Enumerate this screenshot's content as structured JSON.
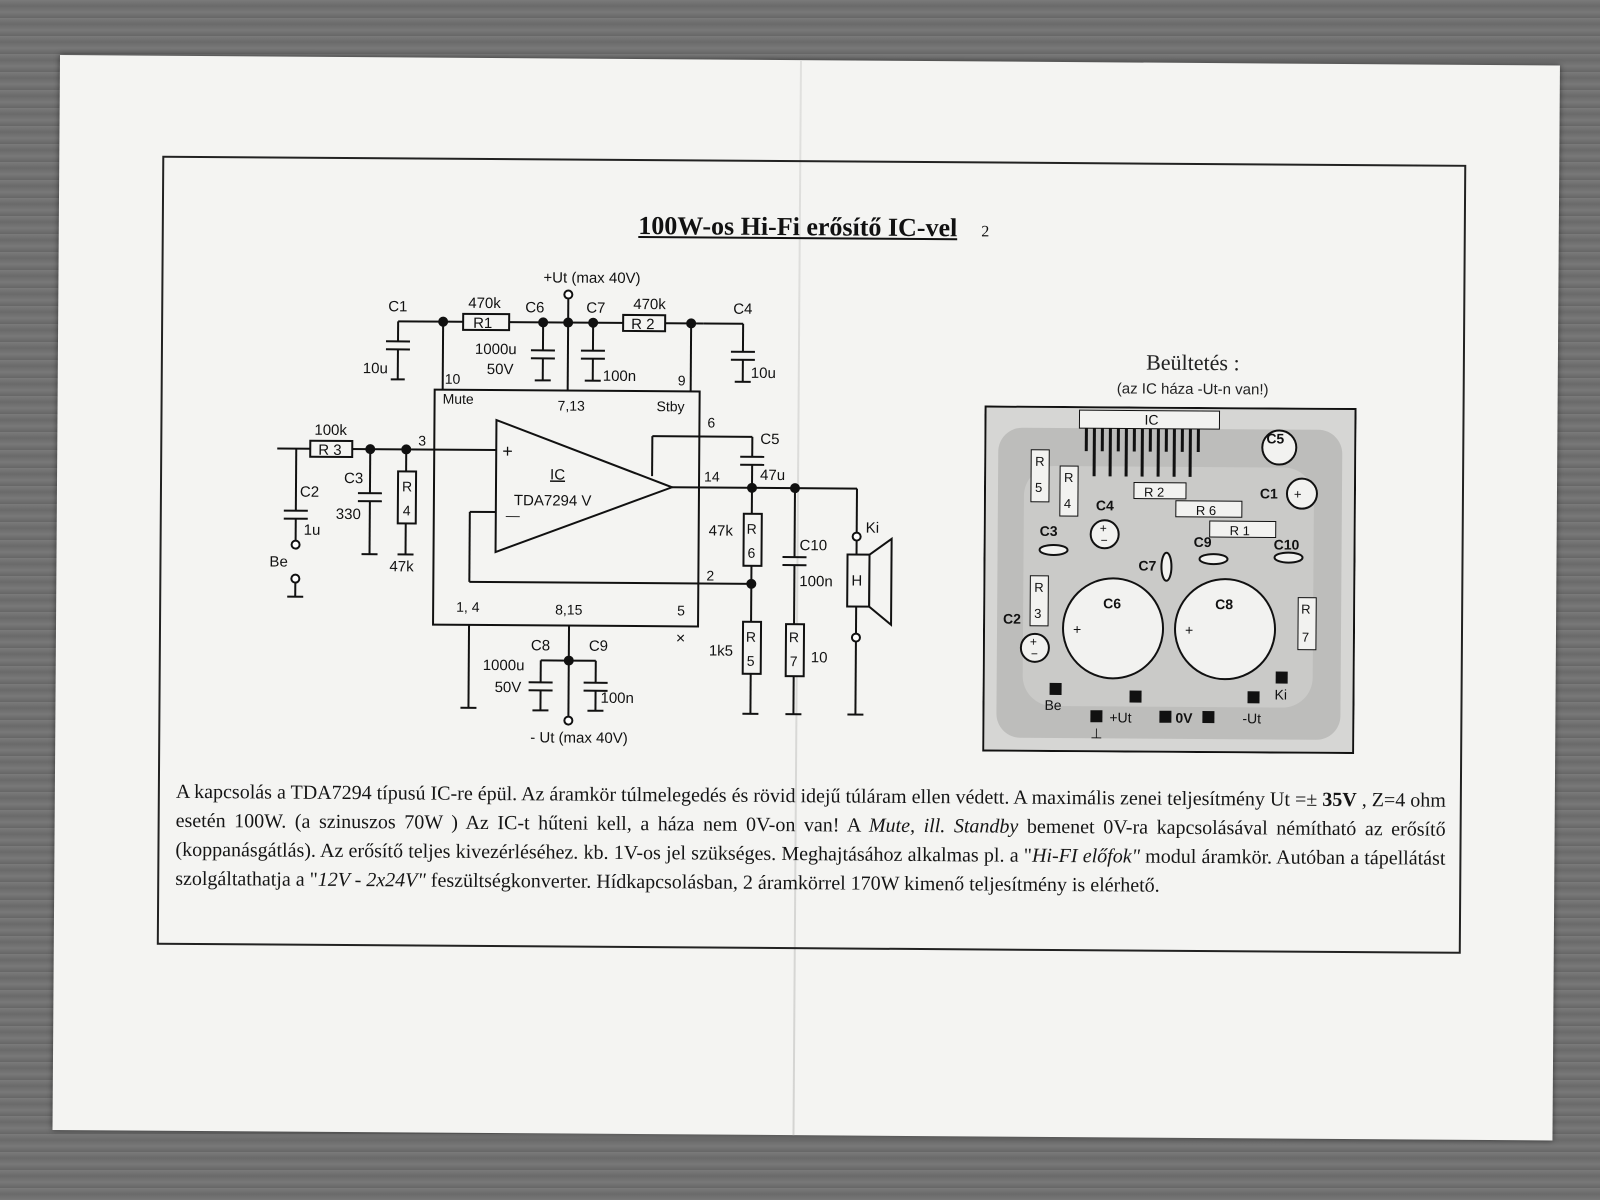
{
  "title": "100W-os Hi-Fi erősítő IC-vel",
  "page_number": "2",
  "schematic": {
    "supply_pos": "+Ut (max 40V)",
    "supply_neg": "- Ut (max 40V)",
    "c1": "C1",
    "c1_val": "10u",
    "r1": "R1",
    "r1_val": "470k",
    "c6": "C6",
    "c6_val1": "1000u",
    "c6_val2": "50V",
    "c7": "C7",
    "c7_val": "100n",
    "r2": "R 2",
    "r2_val": "470k",
    "c4": "C4",
    "c4_val": "10u",
    "pin10": "10",
    "mute": "Mute",
    "pin713": "7,13",
    "pin9": "9",
    "stby": "Stby",
    "r3": "R 3",
    "r3_val": "100k",
    "c3": "C3",
    "c3_val": "330",
    "r4_a": "R",
    "r4_b": "4",
    "r4_val": "47k",
    "c2": "C2",
    "c2_val": "1u",
    "be": "Be",
    "pin3": "3",
    "ic_label": "IC",
    "ic_name": "TDA7294 V",
    "plus": "+",
    "minus": "—",
    "pin6": "6",
    "c5": "C5",
    "c5_val": "47u",
    "pin14": "14",
    "r6_a": "R",
    "r6_b": "6",
    "r6_val": "47k",
    "c10": "C10",
    "c10_val": "100n",
    "ki": "Ki",
    "speaker": "H",
    "pin2": "2",
    "pin14b": "1, 4",
    "pin815": "8,15",
    "pin5": "5",
    "pin5_x": "×",
    "c8": "C8",
    "c8_val1": "1000u",
    "c8_val2": "50V",
    "c9": "C9",
    "c9_val": "100n",
    "r5_a": "R",
    "r5_b": "5",
    "r5_val": "1k5",
    "r7_a": "R",
    "r7_b": "7",
    "r7_val": "10"
  },
  "pcb": {
    "title": "Beültetés :",
    "subtitle": "(az IC háza -Ut-n van!)",
    "ic": "IC",
    "c5": "C5",
    "c1": "C1",
    "r5_a": "R",
    "r5_b": "5",
    "r4_a": "R",
    "r4_b": "4",
    "r2": "R 2",
    "r6": "R 6",
    "r1": "R 1",
    "c4": "C4",
    "c3": "C3",
    "c9": "C9",
    "c10": "C10",
    "c7": "C7",
    "r3_a": "R",
    "r3_b": "3",
    "c6": "C6",
    "c8": "C8",
    "r7_a": "R",
    "r7_b": "7",
    "c2": "C2",
    "be": "Be",
    "ki": "Ki",
    "gnd": "⊥",
    "plus_ut": "+Ut",
    "zero_v": "0V",
    "minus_ut": "-Ut",
    "plus_sign": "+",
    "minus_sign": "−"
  },
  "description": {
    "s1": "A kapcsolás a TDA7294 típusú IC-re épül.  Az áramkör túlmelegedés és rövid idejű túláram ellen védett. A maximális zenei teljesítmény Ut =± ",
    "s1b": "35V",
    "s2": " , Z=4 ohm esetén 100W. (a szinuszos 70W ) Az IC-t hűteni kell, a háza nem 0V-on van! A ",
    "s2i": "Mute, ill. Standby",
    "s3": " bemenet 0V-ra kapcsolásával némítható az erősítő (koppanásgátlás). Az erősítő teljes kivezérléséhez. kb. 1V-os jel szükséges. Meghajtásához alkalmas pl. a \"",
    "s3i": "Hi-FI előfok\"",
    "s4": " modul áramkör. Autóban a tápellátást szolgáltathatja a \"",
    "s4i": "12V - 2x24V\"",
    "s5": " feszültségkonverter.  Hídkapcsolásban, 2 áramkörrel 170W kimenő teljesítmény is elérhető."
  }
}
